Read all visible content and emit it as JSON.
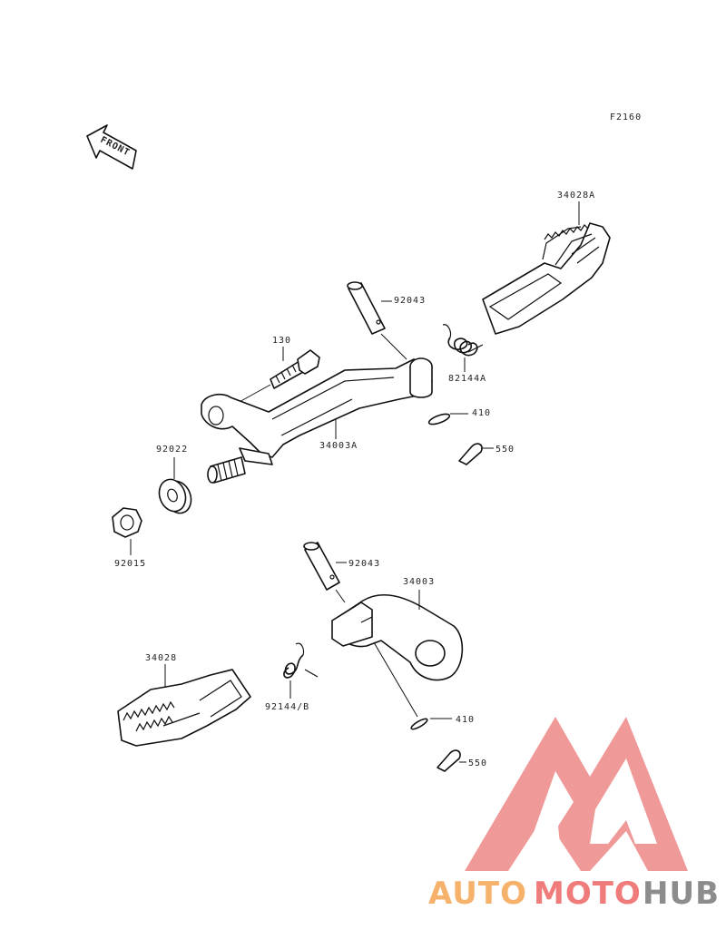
{
  "figure_code": "F2160",
  "front_label": "FRONT",
  "parts": {
    "p34028A": "34028A",
    "p92043_top": "92043",
    "p82144A": "82144A",
    "p130": "130",
    "p410_top": "410",
    "p34003A": "34003A",
    "p550_top": "550",
    "p92022": "92022",
    "p92015": "92015",
    "p92043_bot": "92043",
    "p34003": "34003",
    "p34028": "34028",
    "p92144B": "92144/B",
    "p410_bot": "410",
    "p550_bot": "550"
  },
  "watermark": {
    "part1": "AUTO",
    "part2": "MOTO",
    "part3": "HUB",
    "color_orange": "#f6b26b",
    "color_red": "#ef7b7b",
    "color_gray": "#8c8c8c"
  }
}
